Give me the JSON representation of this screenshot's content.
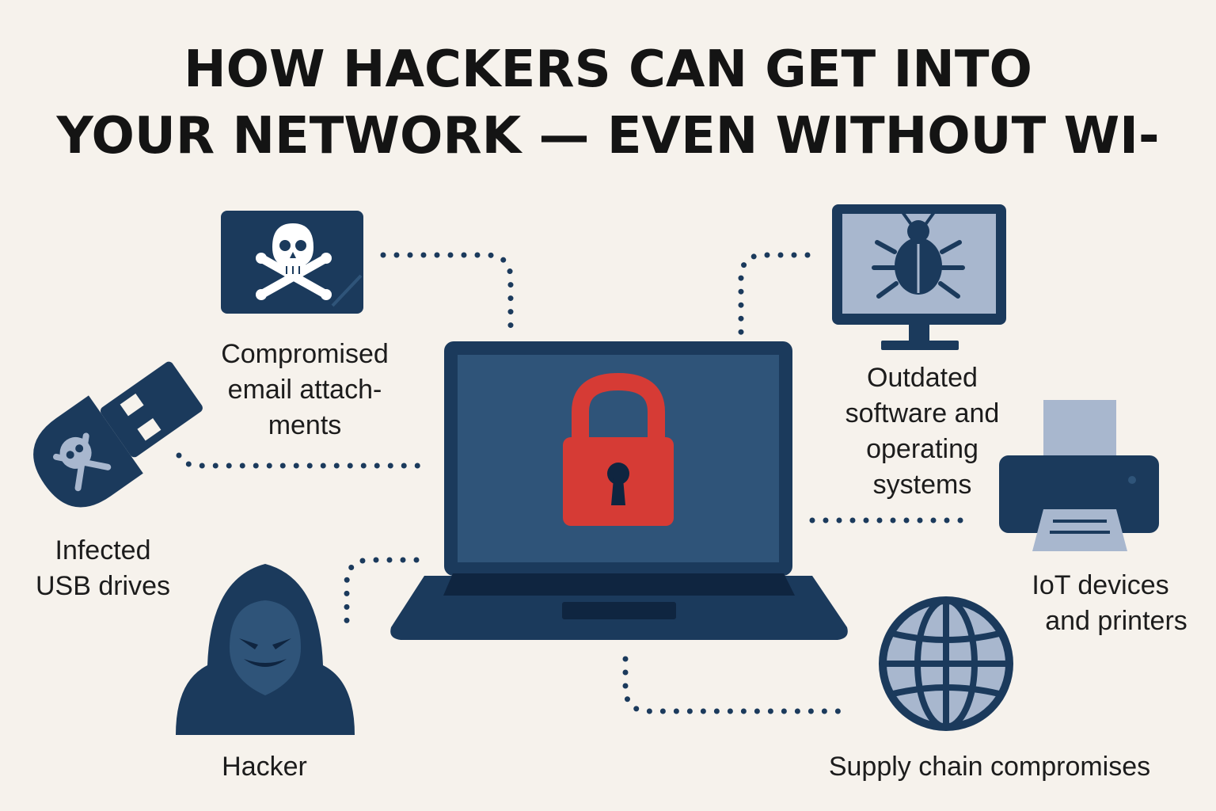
{
  "title": {
    "line1": "HOW HACKERS CAN GET INTO",
    "line2": "YOUR NETWORK — EVEN WITHOUT WI-"
  },
  "nodes": {
    "email": {
      "lines": [
        "Compromised",
        "email attach-",
        "ments"
      ],
      "icon": "skull-crossbones-icon"
    },
    "usb": {
      "lines": [
        "Infected",
        "USB drives"
      ],
      "icon": "usb-drive-icon"
    },
    "hacker": {
      "lines": [
        "Hacker"
      ],
      "icon": "hooded-hacker-icon"
    },
    "outdated": {
      "lines": [
        "Outdated",
        "software and",
        "operating",
        "systems"
      ],
      "icon": "bug-monitor-icon"
    },
    "iot": {
      "lines": [
        "IoT devices",
        "and printers"
      ],
      "icon": "printer-icon"
    },
    "supply": {
      "lines": [
        "Supply chain compromises"
      ],
      "icon": "globe-icon"
    }
  },
  "center": {
    "icon": "laptop-padlock-icon"
  },
  "colors": {
    "background": "#f6f2ec",
    "navy": "#1b3a5c",
    "screen": "#2f5479",
    "light_blue": "#a8b7ce",
    "lock_red": "#d63b35",
    "text": "#141414"
  }
}
